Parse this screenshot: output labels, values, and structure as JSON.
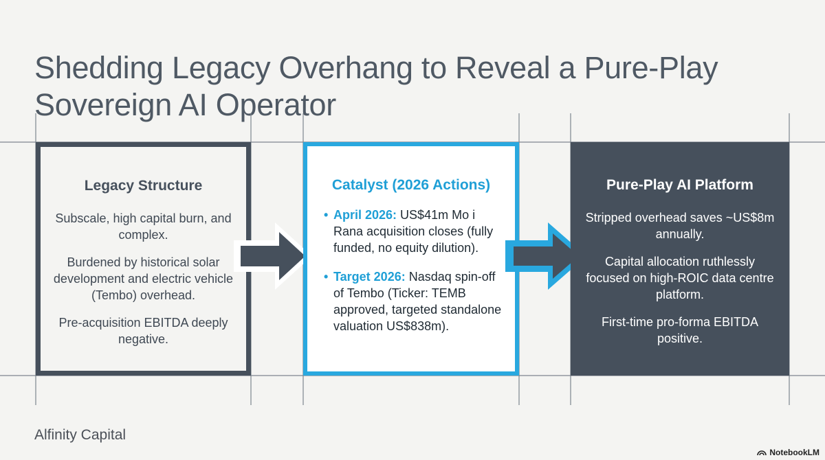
{
  "title": {
    "line1": "Shedding Legacy Overhang to Reveal a Pure-Play",
    "line2": "Sovereign AI Operator"
  },
  "cards": {
    "legacy": {
      "heading": "Legacy Structure",
      "points": [
        "Subscale, high capital burn, and complex.",
        "Burdened by historical solar development and electric vehicle (Tembo) overhead.",
        "Pre-acquisition EBITDA deeply negative."
      ]
    },
    "catalyst": {
      "heading": "Catalyst (2026 Actions)",
      "bullets": [
        {
          "lead": "April 2026:",
          "text": " US$41m Mo i Rana acquisition closes (fully funded, no equity dilution)."
        },
        {
          "lead": "Target 2026:",
          "text": " Nasdaq spin-off of Tembo (Ticker: TEMB approved, targeted standalone valuation US$838m)."
        }
      ]
    },
    "pure": {
      "heading": "Pure-Play AI Platform",
      "points": [
        "Stripped overhead saves ~US$8m annually.",
        "Capital allocation ruthlessly focused on high-ROIC data centre platform.",
        "First-time pro-forma EBITDA positive."
      ]
    }
  },
  "bullet_glyph": "•",
  "footer": {
    "brand": "Alfinity Capital",
    "badge": "NotebookLM"
  },
  "colors": {
    "slate": "#46505c",
    "accent_blue": "#29a8df",
    "background": "#f4f4f2"
  },
  "icons": {
    "arrow_left": "right-arrow-icon",
    "arrow_right": "right-arrow-icon",
    "badge": "notebooklm-logo-icon"
  }
}
